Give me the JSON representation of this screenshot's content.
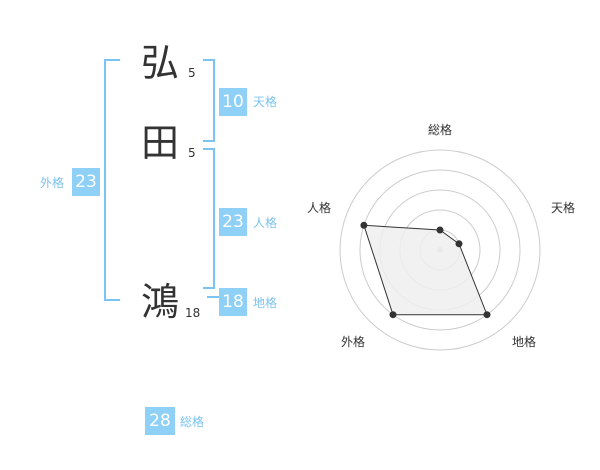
{
  "name": {
    "chars": [
      {
        "kanji": "弘",
        "strokes": "5"
      },
      {
        "kanji": "田",
        "strokes": "5"
      },
      {
        "kanji": "鴻",
        "strokes": "18"
      }
    ]
  },
  "kaku": {
    "tenkaku": {
      "value": "10",
      "label": "天格"
    },
    "jinkaku": {
      "value": "23",
      "label": "人格"
    },
    "chikaku": {
      "value": "18",
      "label": "地格"
    },
    "gaikaku": {
      "value": "23",
      "label": "外格"
    },
    "soukaku": {
      "value": "28",
      "label": "総格"
    }
  },
  "chart_data": {
    "type": "radar",
    "axes": [
      "総格",
      "天格",
      "地格",
      "外格",
      "人格"
    ],
    "values": [
      0.2,
      0.2,
      0.8,
      0.8,
      0.8
    ],
    "rings": 5,
    "range": [
      0,
      1
    ],
    "grid": true,
    "colors": {
      "fill": "#eeeeee",
      "line": "#333333",
      "grid": "#cccccc",
      "point": "#333333"
    }
  },
  "colors": {
    "accent": "#8fd0f6",
    "accent_text": "#7bc3f0",
    "text": "#333333"
  }
}
